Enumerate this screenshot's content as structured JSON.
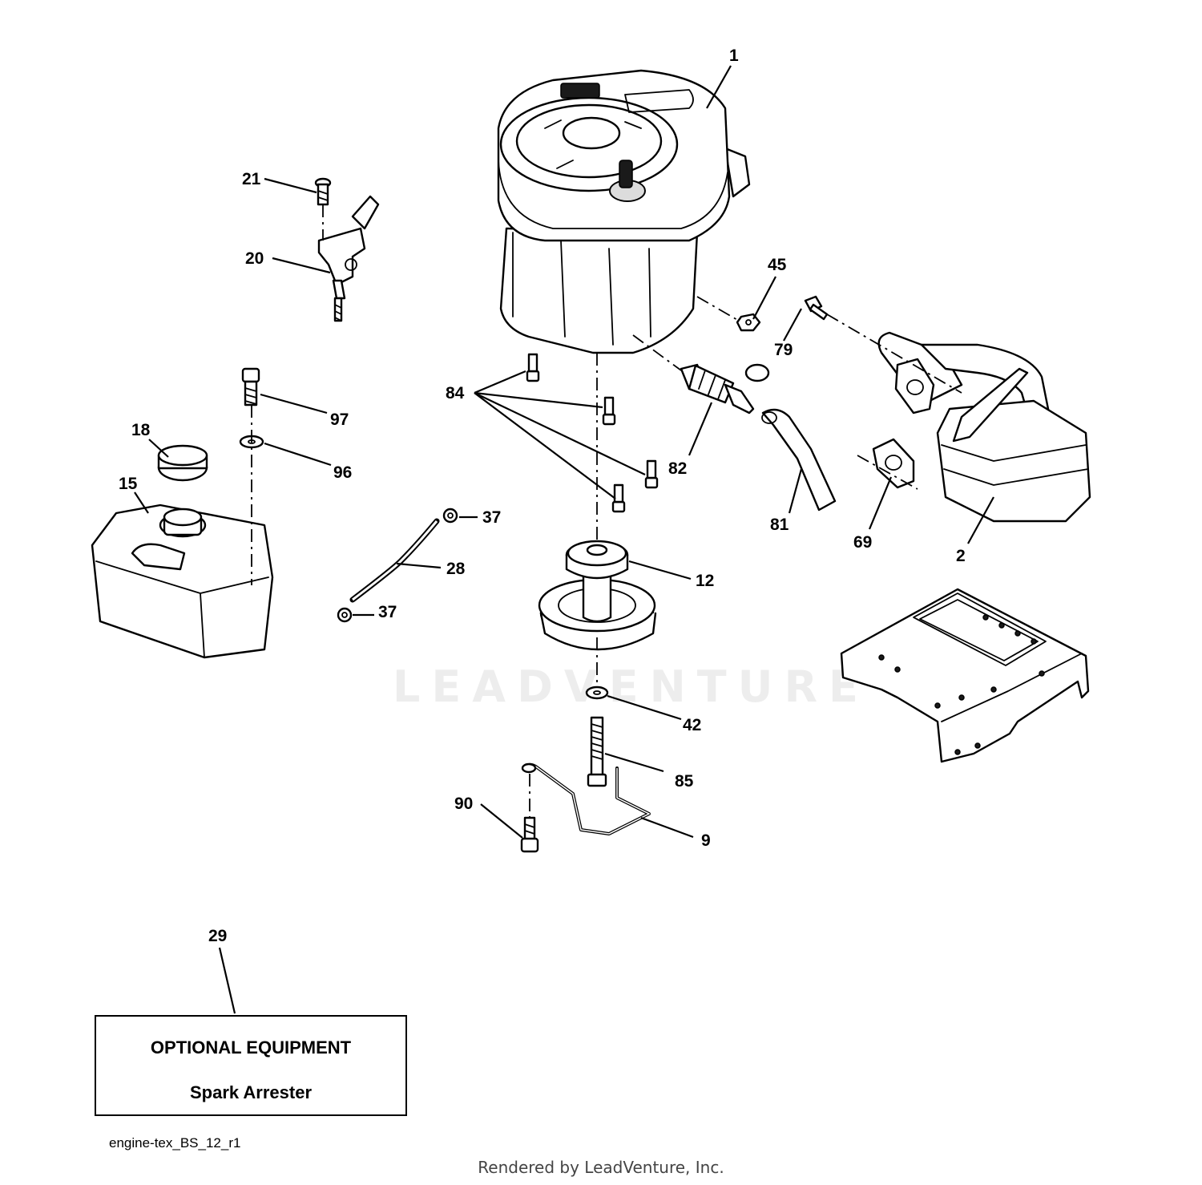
{
  "callouts": [
    {
      "id": "1",
      "label": "1"
    },
    {
      "id": "21",
      "label": "21"
    },
    {
      "id": "20",
      "label": "20"
    },
    {
      "id": "45",
      "label": "45"
    },
    {
      "id": "79",
      "label": "79"
    },
    {
      "id": "84",
      "label": "84"
    },
    {
      "id": "97",
      "label": "97"
    },
    {
      "id": "18",
      "label": "18"
    },
    {
      "id": "96",
      "label": "96"
    },
    {
      "id": "82",
      "label": "82"
    },
    {
      "id": "15",
      "label": "15"
    },
    {
      "id": "37a",
      "label": "37"
    },
    {
      "id": "81",
      "label": "81"
    },
    {
      "id": "69",
      "label": "69"
    },
    {
      "id": "2",
      "label": "2"
    },
    {
      "id": "28",
      "label": "28"
    },
    {
      "id": "12",
      "label": "12"
    },
    {
      "id": "37b",
      "label": "37"
    },
    {
      "id": "42",
      "label": "42"
    },
    {
      "id": "85",
      "label": "85"
    },
    {
      "id": "90",
      "label": "90"
    },
    {
      "id": "9",
      "label": "9"
    },
    {
      "id": "29",
      "label": "29"
    }
  ],
  "optional_box": {
    "title": "OPTIONAL EQUIPMENT",
    "subtitle": "Spark Arrester"
  },
  "file_id": "engine-tex_BS_12_r1",
  "rendered_by": "Rendered by LeadVenture, Inc.",
  "watermark": "LEADVENTURE"
}
